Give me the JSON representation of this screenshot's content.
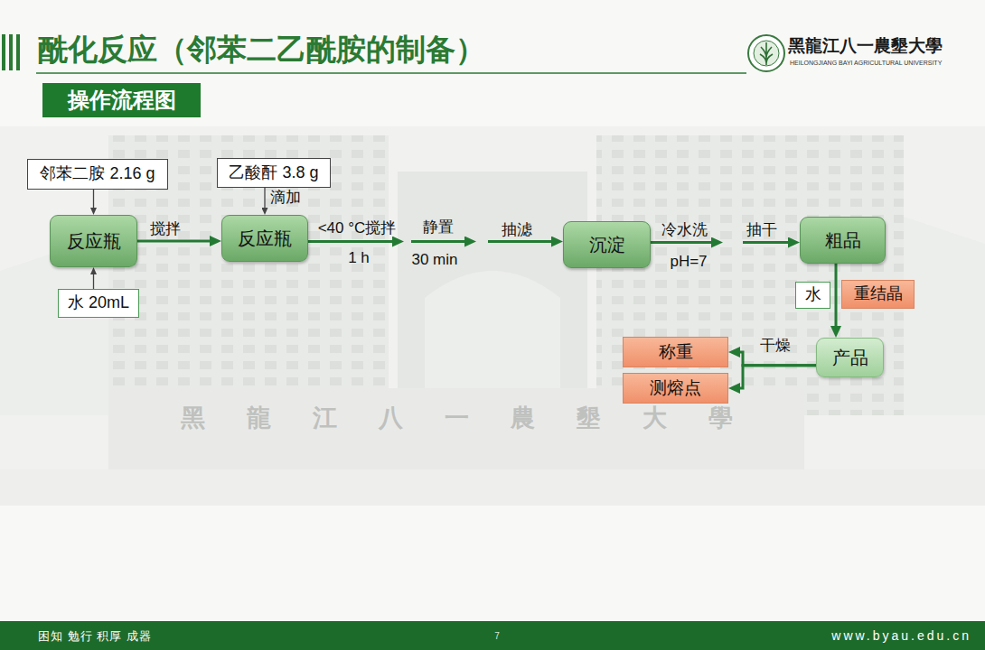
{
  "diagram": {
    "title": "酰化反应（邻苯二乙酰胺的制备）",
    "nodes": [
      {
        "text": [
          "操作流程图"
        ]
      },
      {
        "text": [
          "邻苯二胺 2.16 g"
        ]
      },
      {
        "text": [
          "乙酸酐 3.8 g"
        ]
      },
      {
        "text": [
          "反应瓶"
        ]
      },
      {
        "text": [
          "反应瓶"
        ]
      },
      {
        "text": [
          "沉淀"
        ]
      },
      {
        "text": [
          "粗品"
        ]
      },
      {
        "text": [
          "水 20mL"
        ]
      },
      {
        "text": [
          "水"
        ]
      },
      {
        "text": [
          "重结晶"
        ]
      },
      {
        "text": [
          "称重"
        ]
      },
      {
        "text": [
          "产品"
        ]
      },
      {
        "text": [
          "测熔点"
        ]
      }
    ],
    "edges": [
      {
        "from": 1,
        "to": 3,
        "arrow": "to"
      },
      {
        "from": 7,
        "to": 3,
        "arrow": "to"
      },
      {
        "from": 3,
        "to": 4,
        "label": "搅拌",
        "arrow": "to"
      },
      {
        "from": 2,
        "to": 4,
        "label": "滴加",
        "arrow": "to"
      },
      {
        "from": 4,
        "to": 5,
        "arrow": "to"
      },
      {
        "from": 5,
        "to": 6,
        "arrow": "to"
      },
      {
        "from": 6,
        "to": 11,
        "arrow": "to"
      },
      {
        "from": 11,
        "to": 10,
        "label": "干燥",
        "arrow": "to"
      },
      {
        "from": 11,
        "to": 12,
        "arrow": "to"
      }
    ],
    "labels": [
      "<40 °C搅拌",
      "1 h",
      "静置",
      "30 min",
      "抽滤",
      "冷水洗",
      "pH=7",
      "抽干",
      "黑龍江八一農墾大學",
      "HEILONGJIANG BAYI AGRICULTURAL UNIVERSITY",
      "黑龍江八一農墾大學",
      "困知 勉行 积厚 成器",
      "7",
      "www.byau.edu.cn"
    ]
  }
}
